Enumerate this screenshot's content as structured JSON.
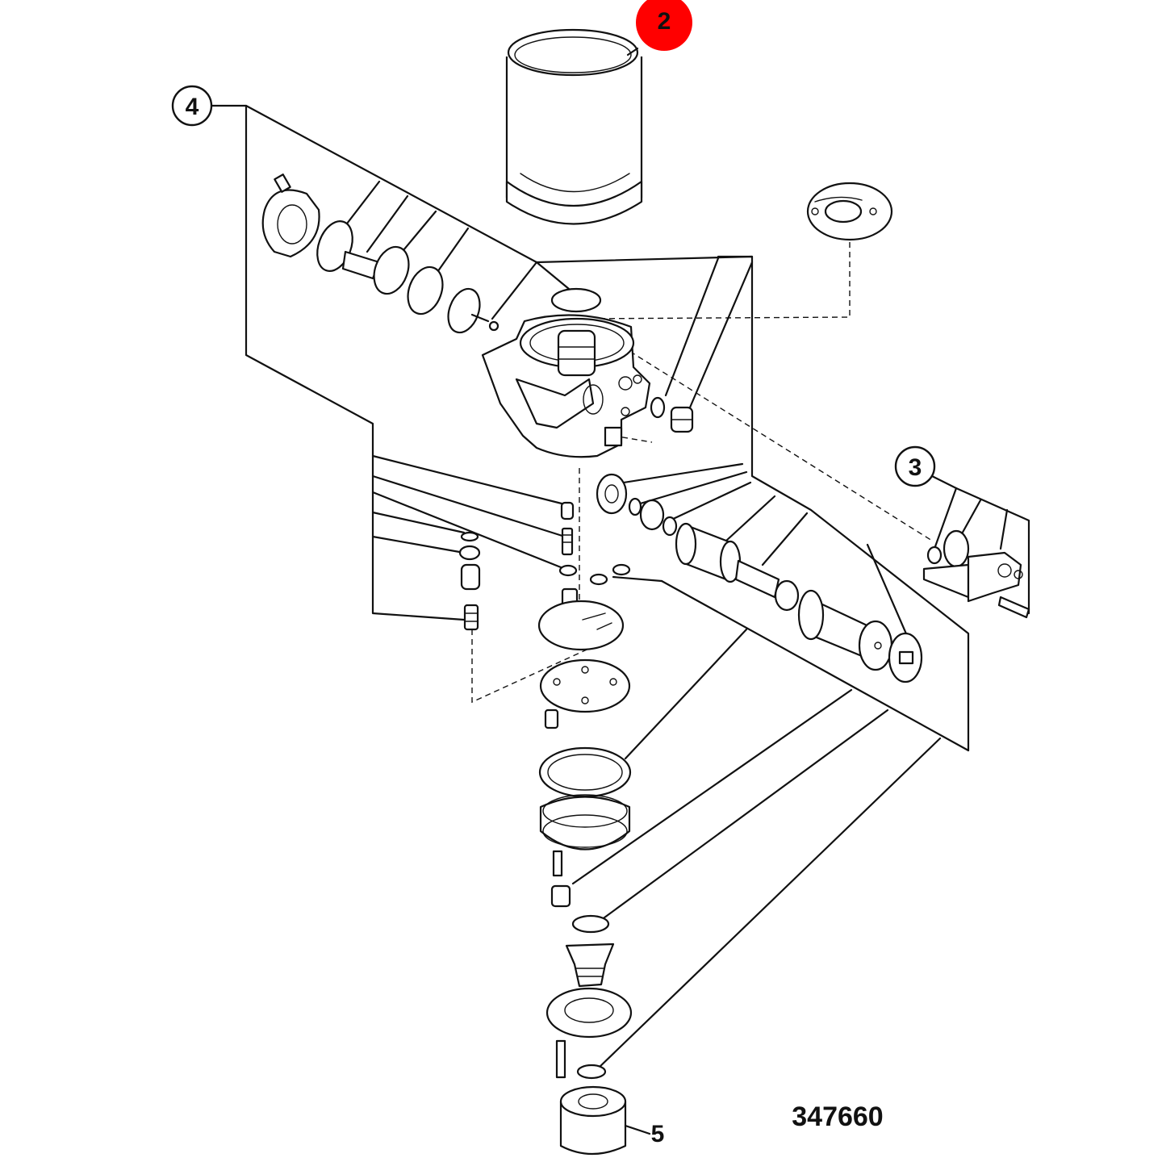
{
  "callouts": {
    "c2": {
      "label": "2",
      "highlight_color": "#ff0000"
    },
    "c3": {
      "label": "3"
    },
    "c4": {
      "label": "4"
    },
    "c5": {
      "label": "5"
    }
  },
  "drawing_number": "347660",
  "colors": {
    "line": "#111111",
    "background": "#ffffff",
    "highlight": "#ff0000"
  }
}
